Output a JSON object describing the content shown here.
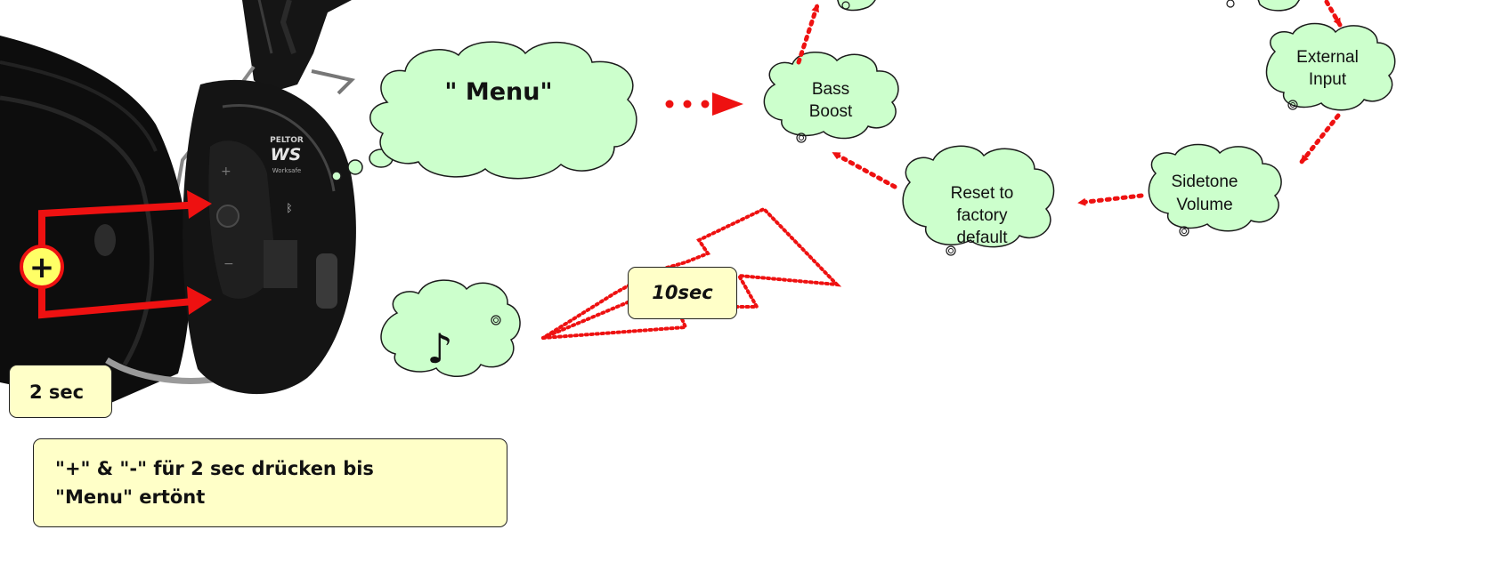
{
  "title_cloud": {
    "label": "\" Menu\""
  },
  "menu_items": [
    {
      "id": "bass-boost",
      "lines": [
        "Bass",
        "Boost"
      ]
    },
    {
      "id": "external-input",
      "lines": [
        "External",
        "Input"
      ]
    },
    {
      "id": "sidetone-volume",
      "lines": [
        "Sidetone",
        "Volume"
      ]
    },
    {
      "id": "reset",
      "lines": [
        "Reset to",
        "factory",
        "default"
      ]
    }
  ],
  "timing": {
    "press_duration": "2 sec",
    "timeout": "10sec"
  },
  "instruction": {
    "line1": "\"+\" & \"-\" für 2 sec drücken bis",
    "line2": "\"Menu\" ertönt"
  },
  "device": {
    "brand": "PELTOR",
    "model": "WS",
    "model_sub": "Worksafe",
    "plus_symbol": "+"
  },
  "note_symbol": "♪",
  "colors": {
    "cloud_fill": "#ccffcc",
    "box_fill": "#ffffc8",
    "arrow_red": "#ee1111",
    "headset": "#121212"
  }
}
